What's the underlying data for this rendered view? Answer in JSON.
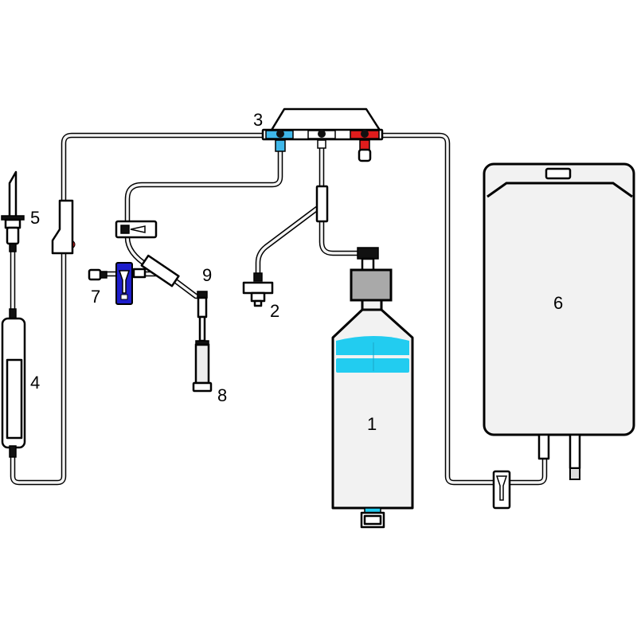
{
  "labels": [
    {
      "id": "bottle",
      "text": "1"
    },
    {
      "id": "filter",
      "text": "2"
    },
    {
      "id": "manifold",
      "text": "3"
    },
    {
      "id": "drip-chamber",
      "text": "4"
    },
    {
      "id": "spike",
      "text": "5"
    },
    {
      "id": "bag",
      "text": "6"
    },
    {
      "id": "clamp",
      "text": "7"
    },
    {
      "id": "syringe",
      "text": "8"
    },
    {
      "id": "y-connector",
      "text": "9"
    }
  ],
  "colors": {
    "outline": "#000000",
    "tube_fill": "#f4f4f4",
    "liquid_cyan": "#22ccf0",
    "port_blue": "#3fb8ea",
    "port_red": "#e01c1c",
    "clamp_blue": "#1e1ecc",
    "cap_gray": "#a9a9a9"
  }
}
